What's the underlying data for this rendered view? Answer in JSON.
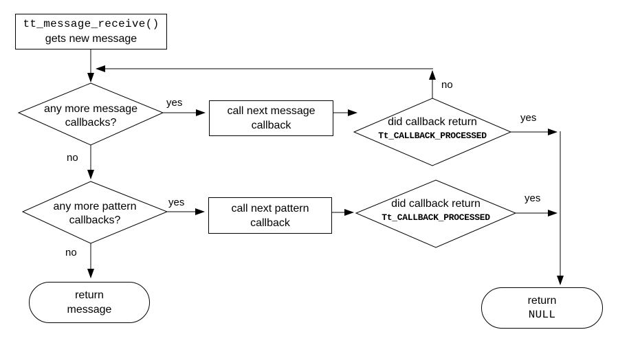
{
  "nodes": {
    "start": {
      "line1": "tt_message_receive()",
      "line2": "gets new message"
    },
    "message_decision": {
      "line1": "any more message",
      "line2": "callbacks?"
    },
    "message_call": {
      "line1": "call next message",
      "line2": "callback"
    },
    "message_check": {
      "line1": "did callback return",
      "line2": "Tt_CALLBACK_PROCESSED"
    },
    "pattern_decision": {
      "line1": "any more pattern",
      "line2": "callbacks?"
    },
    "pattern_call": {
      "line1": "call next pattern",
      "line2": "callback"
    },
    "pattern_check": {
      "line1": "did callback return",
      "line2": "Tt_CALLBACK_PROCESSED"
    },
    "return_message": {
      "line1": "return",
      "line2": "message"
    },
    "return_null": {
      "line1": "return",
      "line2": "NULL"
    }
  },
  "edge_labels": {
    "message_decision_yes": "yes",
    "message_decision_no": "no",
    "message_check_yes": "yes",
    "message_check_no": "no",
    "pattern_decision_yes": "yes",
    "pattern_decision_no": "no",
    "pattern_check_yes": "yes"
  },
  "colors": {
    "background": "#ffffff",
    "line": "#000000",
    "text": "#000000"
  }
}
